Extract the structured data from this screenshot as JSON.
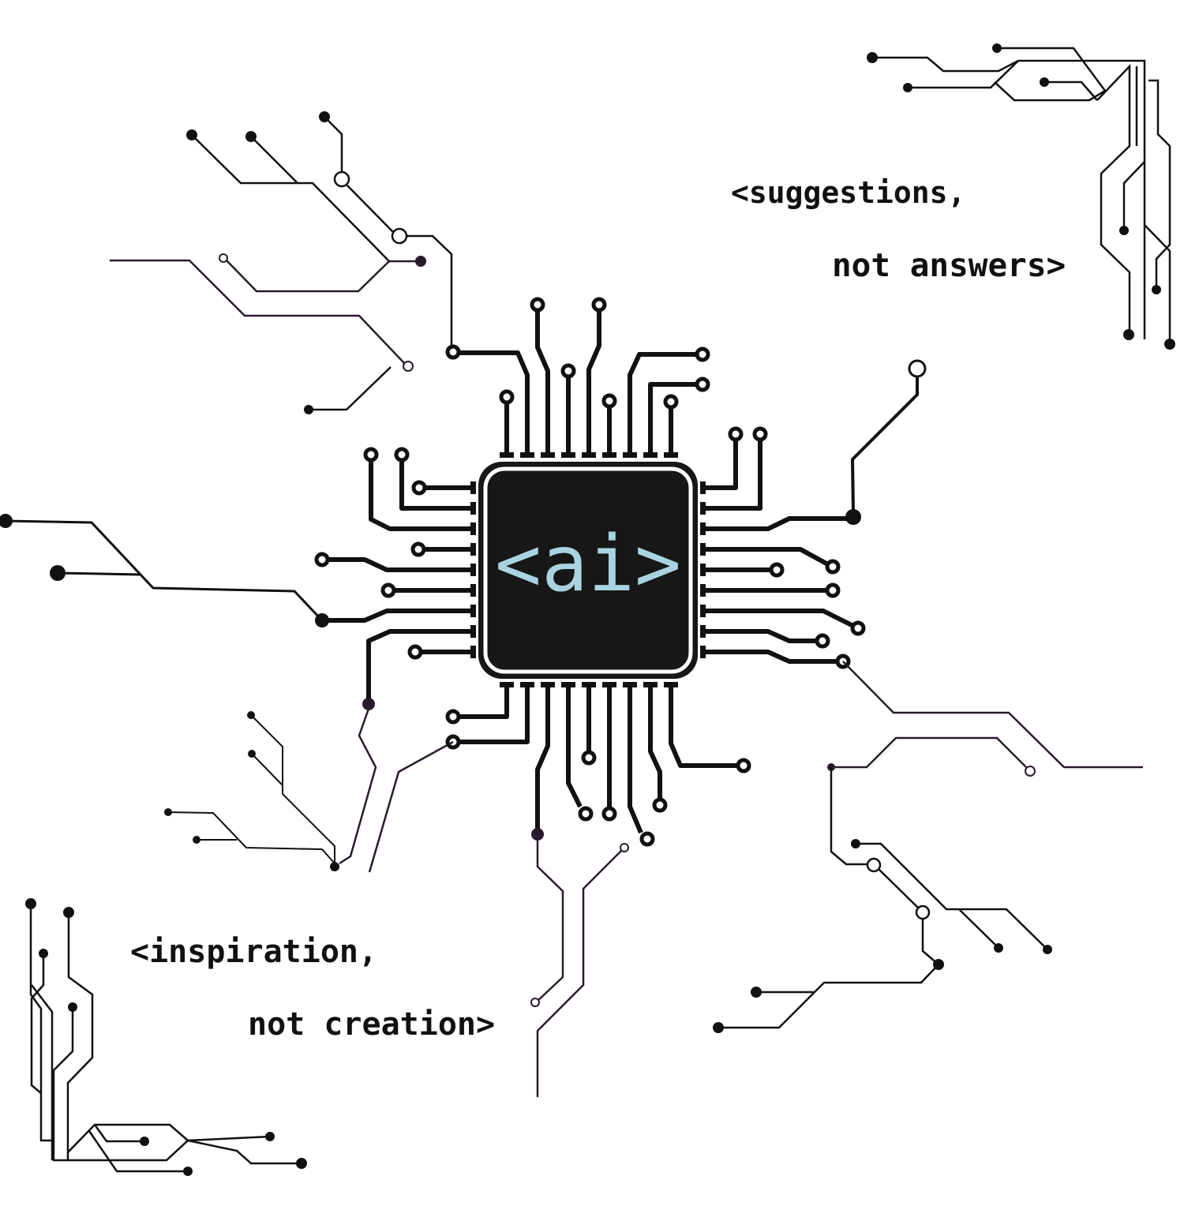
{
  "chip": {
    "label": "<ai>",
    "label_color": "#a9d3e0",
    "body_color": "#171717"
  },
  "trace_colors": {
    "black": "#111111",
    "purple": "#2a1a2e"
  },
  "captions": {
    "top_right": {
      "line1": "<suggestions,",
      "line2": "not answers>"
    },
    "bottom_left": {
      "line1": "<inspiration,",
      "line2": "not creation>"
    }
  }
}
